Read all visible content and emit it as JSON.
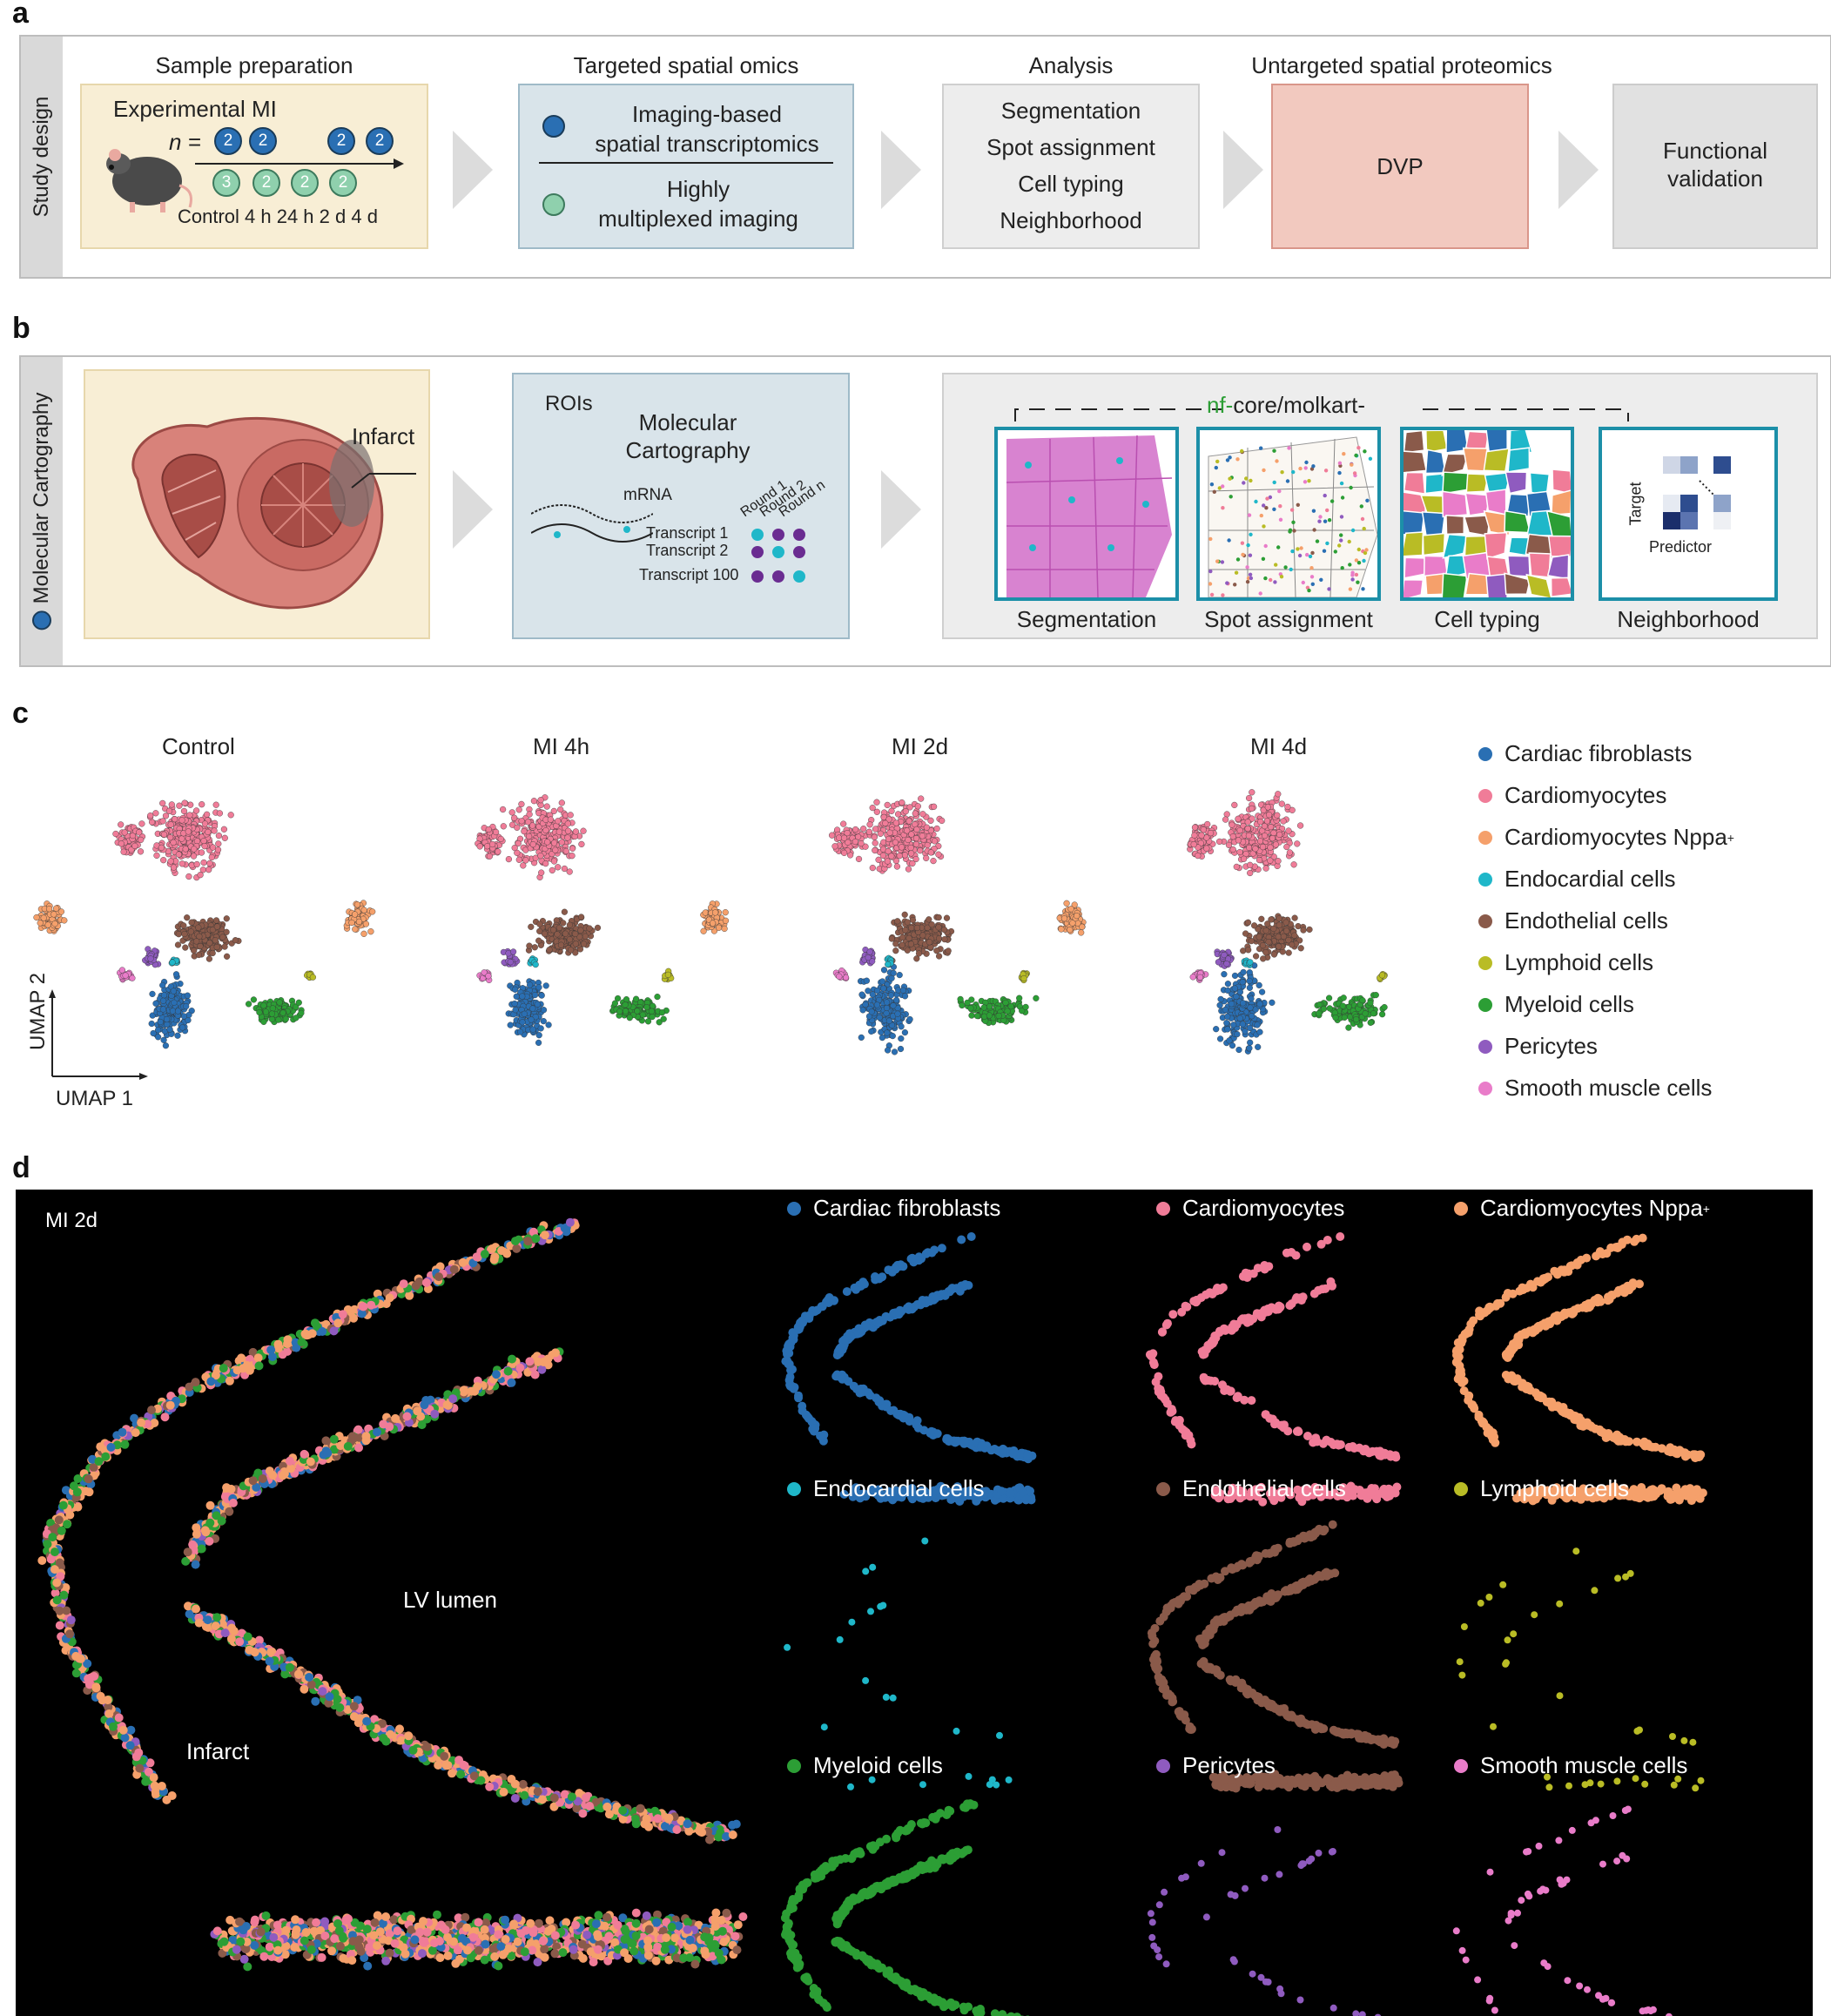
{
  "panels": {
    "a": "a",
    "b": "b",
    "c": "c",
    "d": "d"
  },
  "study_design": {
    "side_label": "Study design",
    "sample_prep": {
      "caption": "Sample preparation",
      "title": "Experimental MI",
      "n_label": "n =",
      "counts_top": [
        "2",
        "2",
        "2",
        "2"
      ],
      "counts_bottom": [
        "3",
        "2",
        "2",
        "2"
      ],
      "timepoints": "Control 4 h 24 h 2 d 4 d"
    },
    "targeted": {
      "caption": "Targeted spatial omics",
      "line1": "Imaging-based",
      "line2": "spatial transcriptomics",
      "line3": "Highly",
      "line4": "multiplexed imaging"
    },
    "analysis": {
      "caption": "Analysis",
      "items": [
        "Segmentation",
        "Spot assignment",
        "Cell typing",
        "Neighborhood"
      ]
    },
    "untargeted": {
      "caption": "Untargeted spatial proteomics",
      "label": "DVP"
    },
    "functional": {
      "line1": "Functional",
      "line2": "validation"
    }
  },
  "molecular_cartography": {
    "side_label": "Molecular Cartography",
    "infarct_label": "Infarct",
    "roi_box": {
      "rois": "ROIs",
      "title1": "Molecular",
      "title2": "Cartography",
      "mrna": "mRNA",
      "rounds": [
        "Round 1",
        "Round 2",
        "Round n"
      ],
      "transcripts": [
        "Transcript 1",
        "Transcript 2",
        "Transcript 100"
      ]
    },
    "pipeline": {
      "prefix": "nf-",
      "name": "core/molkart-",
      "steps": [
        "Segmentation",
        "Spot assignment",
        "Cell typing",
        "Neighborhood"
      ],
      "target_label": "Target",
      "predictor_label": "Predictor"
    }
  },
  "umap": {
    "titles": [
      "Control",
      "MI 4h",
      "MI 2d",
      "MI 4d"
    ],
    "axis_x": "UMAP 1",
    "axis_y": "UMAP 2"
  },
  "cell_types": [
    {
      "name": "Cardiac fibroblasts",
      "color": "#2a6fb3"
    },
    {
      "name": "Cardiomyocytes",
      "color": "#f07c98"
    },
    {
      "name": "Cardiomyocytes Nppa",
      "color": "#f5a06b"
    },
    {
      "name": "Endocardial cells",
      "color": "#1fb7c9"
    },
    {
      "name": "Endothelial cells",
      "color": "#8a5a4a"
    },
    {
      "name": "Lymphoid cells",
      "color": "#b9bc25"
    },
    {
      "name": "Myeloid cells",
      "color": "#2c9e35"
    },
    {
      "name": "Pericytes",
      "color": "#8f5bbf"
    },
    {
      "name": "Smooth muscle cells",
      "color": "#e97cc9"
    }
  ],
  "nppa_sup": "+",
  "spatial": {
    "sample": "MI 2d",
    "lumen_label": "LV lumen",
    "infarct_label": "Infarct"
  },
  "colors": {
    "sample_box": "#f8eed5",
    "targeted_box": "#d9e4ea",
    "analysis_box": "#ededed",
    "dvp_box": "#f2c9bf",
    "functional_box": "#e1e1e1",
    "accent_teal": "#1c8fa8"
  }
}
